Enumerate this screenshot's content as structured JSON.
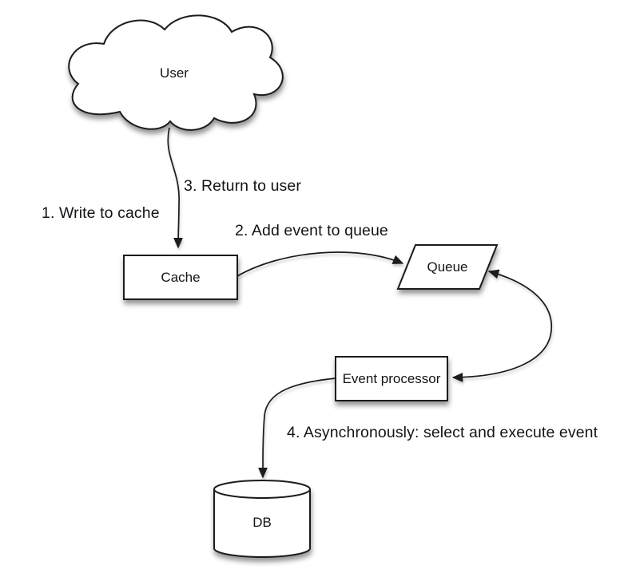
{
  "diagram": {
    "background": "#ffffff",
    "colors": {
      "shape_fill": "#ffffff",
      "shape_stroke": "#1a1a1a",
      "text": "#141418",
      "shadow": "rgba(0,0,0,0.40)"
    },
    "nodes": [
      {
        "id": "user",
        "shape": "cloud",
        "label": "User"
      },
      {
        "id": "cache",
        "shape": "rectangle",
        "label": "Cache"
      },
      {
        "id": "queue",
        "shape": "parallelogram",
        "label": "Queue"
      },
      {
        "id": "event-processor",
        "shape": "rectangle",
        "label": "Event processor"
      },
      {
        "id": "db",
        "shape": "cylinder",
        "label": "DB"
      }
    ],
    "steps": [
      {
        "label": "1. Write to cache",
        "edge": "user-to-cache"
      },
      {
        "label": "2. Add event to queue",
        "edge": "cache-to-queue"
      },
      {
        "label": "3. Return to user",
        "edge": "user-to-cache"
      },
      {
        "label": "4. Asynchronously: select and execute event",
        "edge": "event-processor-to-db"
      }
    ],
    "edges": [
      {
        "from": "user",
        "to": "cache",
        "arrowheads": "end"
      },
      {
        "from": "cache",
        "to": "queue",
        "arrowheads": "end"
      },
      {
        "from": "queue",
        "to": "event-processor",
        "arrowheads": "both"
      },
      {
        "from": "event-processor",
        "to": "db",
        "arrowheads": "end"
      }
    ]
  }
}
